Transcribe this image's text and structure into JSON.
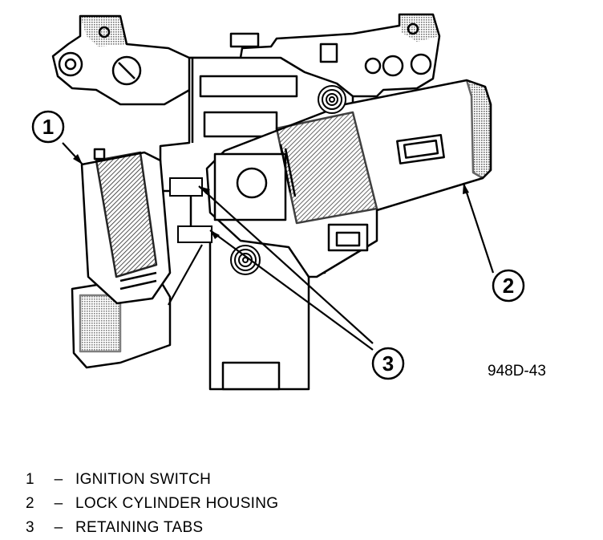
{
  "figure": {
    "code": "948D-43",
    "callouts": [
      {
        "id": "1",
        "label": "1"
      },
      {
        "id": "2",
        "label": "2"
      },
      {
        "id": "3",
        "label": "3"
      }
    ]
  },
  "legend": [
    {
      "number": "1",
      "dash": "–",
      "text": "IGNITION SWITCH"
    },
    {
      "number": "2",
      "dash": "–",
      "text": "LOCK CYLINDER HOUSING"
    },
    {
      "number": "3",
      "dash": "–",
      "text": "RETAINING TABS"
    }
  ],
  "colors": {
    "line": "#000000",
    "background": "#ffffff",
    "shade": "#555555"
  }
}
